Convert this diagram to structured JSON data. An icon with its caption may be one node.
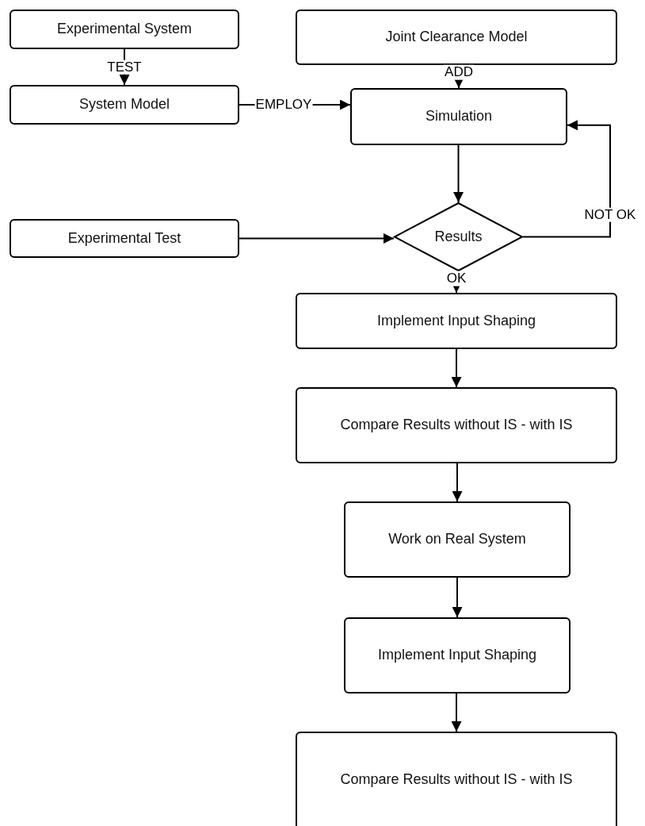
{
  "diagram": {
    "nodes": [
      {
        "text": [
          "Experimental System"
        ]
      },
      {
        "text": [
          "Joint Clearance Model"
        ]
      },
      {
        "text": [
          "System Model"
        ]
      },
      {
        "text": [
          "Simulation"
        ]
      },
      {
        "text": [
          "Experimental Test"
        ]
      },
      {
        "text": [
          "Results"
        ]
      },
      {
        "text": [
          "Implement Input Shaping"
        ]
      },
      {
        "text": [
          "Compare Results without IS - with IS"
        ]
      },
      {
        "text": [
          "Work on Real System"
        ]
      },
      {
        "text": [
          "Implement Input Shaping"
        ]
      },
      {
        "text": [
          "Compare Results without IS - with IS"
        ]
      }
    ],
    "edges": [
      {
        "from": 0,
        "to": 2,
        "arrow": "to",
        "label": "TEST"
      },
      {
        "from": 1,
        "to": 3,
        "arrow": "to",
        "label": "ADD"
      },
      {
        "from": 2,
        "to": 3,
        "arrow": "to",
        "label": "EMPLOY"
      },
      {
        "from": 3,
        "to": 5,
        "arrow": "to"
      },
      {
        "from": 4,
        "to": 5,
        "arrow": "to"
      },
      {
        "from": 5,
        "to": 3,
        "arrow": "to",
        "label": "NOT OK"
      },
      {
        "from": 5,
        "to": 6,
        "arrow": "to",
        "label": "OK"
      },
      {
        "from": 6,
        "to": 7,
        "arrow": "to"
      },
      {
        "from": 7,
        "to": 8,
        "arrow": "to"
      },
      {
        "from": 8,
        "to": 9,
        "arrow": "to"
      },
      {
        "from": 9,
        "to": 10,
        "arrow": "to"
      }
    ]
  }
}
